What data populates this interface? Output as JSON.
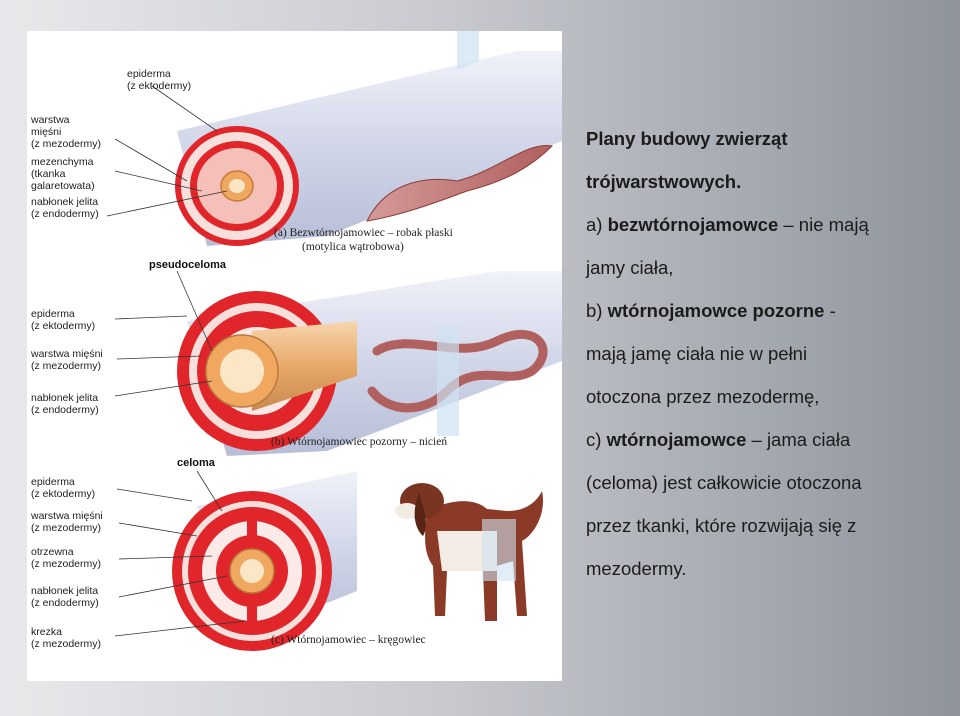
{
  "figure": {
    "labels": {
      "a": {
        "epiderma": [
          "epiderma",
          "(z ektodermy)"
        ],
        "warstwa": [
          "warstwa",
          "mięśni",
          "(z mezodermy)"
        ],
        "mezenchyma": [
          "mezenchyma",
          "(tkanka",
          "galaretowata)"
        ],
        "nablonek": [
          "nabłonek jelita",
          "(z endodermy)"
        ],
        "caption": [
          "(a)  Bezwtórnojamowiec – robak płaski",
          "(motylica wątrobowa)"
        ]
      },
      "b": {
        "pseudoceloma": "pseudoceloma",
        "epiderma": [
          "epiderma",
          "(z ektodermy)"
        ],
        "warstwa": [
          "warstwa mięśni",
          "(z mezodermy)"
        ],
        "nablonek": [
          "nabłonek jelita",
          "(z endodermy)"
        ],
        "caption": "(b)  Wtórnojamowiec pozorny – nicień"
      },
      "c": {
        "celoma": "celoma",
        "epiderma": [
          "epiderma",
          "(z ektodermy)"
        ],
        "warstwa": [
          "warstwa mięśni",
          "(z mezodermy)"
        ],
        "otrzewna": [
          "otrzewna",
          "(z mezodermy)"
        ],
        "nablonek": [
          "nabłonek jelita",
          "(z endodermy)"
        ],
        "krezka": [
          "krezka",
          "(z mezodermy)"
        ],
        "caption": "(c)  Wtórnojamowiec – kręgowiec"
      }
    }
  },
  "text": {
    "title": [
      "Plany budowy zwierząt",
      "trójwarstwowych."
    ],
    "a": {
      "prefix": "a) ",
      "term": "bezwtórnojamowce",
      "rest": " – nie mają",
      "line2": "jamy ciała,"
    },
    "b": {
      "prefix": "b) ",
      "term": "wtórnojamowce pozorne",
      "rest": " -",
      "line2": "mają jamę ciała nie w pełni",
      "line3": "otoczona przez mezodermę,"
    },
    "c": {
      "prefix": "c) ",
      "term": "wtórnojamowce",
      "rest": " – jama ciała",
      "line2": "(celoma) jest całkowicie otoczona",
      "line3": "przez tkanki, które rozwijają się z",
      "line4": "mezodermy."
    }
  },
  "colors": {
    "red": "#e0262b",
    "pink": "#f2a3a0",
    "orange": "#f0a860",
    "tube": "#c9d0e6"
  }
}
